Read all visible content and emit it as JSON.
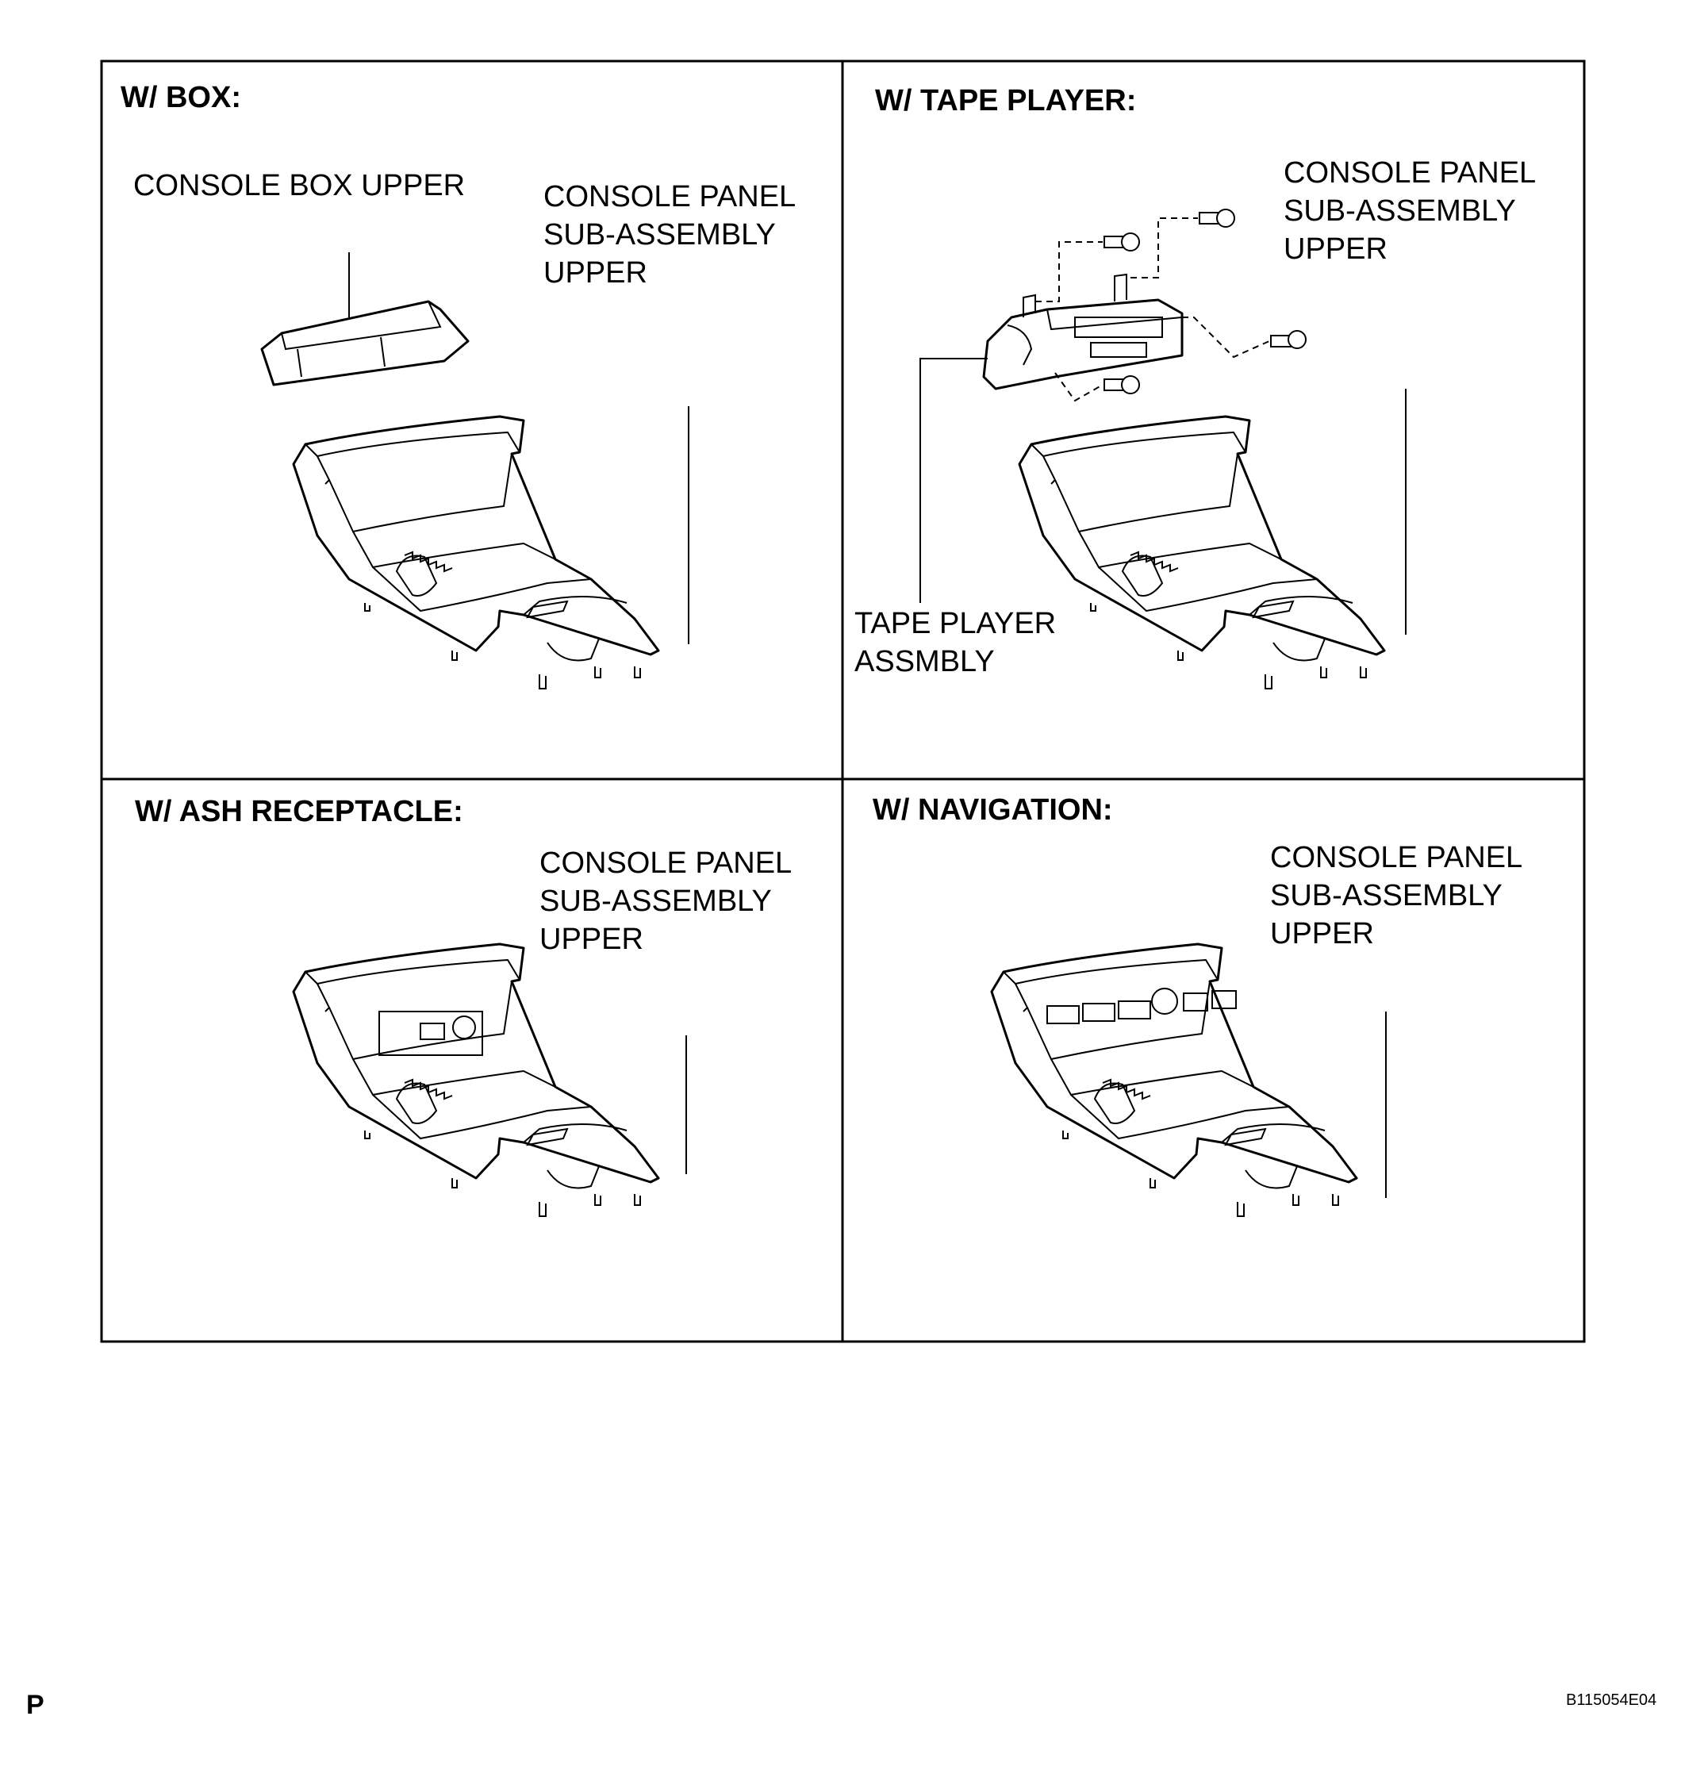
{
  "panels": [
    {
      "title": "W/ BOX:",
      "labels": [
        "CONSOLE BOX UPPER",
        "CONSOLE PANEL\nSUB-ASSEMBLY\nUPPER"
      ]
    },
    {
      "title": "W/ TAPE PLAYER:",
      "labels": [
        "CONSOLE PANEL\nSUB-ASSEMBLY\nUPPER",
        "TAPE PLAYER\nASSMBLY"
      ]
    },
    {
      "title": "W/ ASH RECEPTACLE:",
      "labels": [
        "CONSOLE PANEL\nSUB-ASSEMBLY\nUPPER"
      ]
    },
    {
      "title": "W/ NAVIGATION:",
      "labels": [
        "CONSOLE PANEL\nSUB-ASSEMBLY\nUPPER"
      ]
    }
  ],
  "footer": {
    "page_letter": "P",
    "figure_code": "B115054E04"
  }
}
